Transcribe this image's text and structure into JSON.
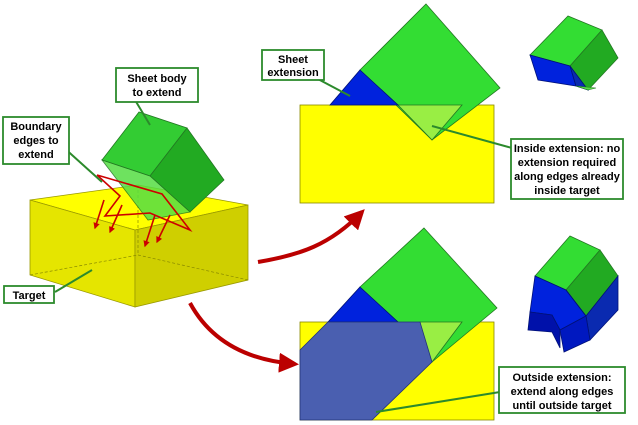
{
  "colors": {
    "yellow": "#ffff00",
    "yellow_dark": "#d8d800",
    "yellow_side": "#c8c800",
    "green": "#33dd33",
    "green_dark": "#22aa22",
    "blue": "#0022dd",
    "blue_slate": "#4a5fb0",
    "green_overlap": "#99ee33",
    "edge_red": "#cc0000",
    "callout_border": "#2c8a2c",
    "arrow_red": "#bb0000"
  },
  "callouts": {
    "sheet_body": [
      "Sheet body",
      "to extend"
    ],
    "boundary_edges": [
      "Boundary",
      "edges to",
      "extend"
    ],
    "target": [
      "Target"
    ],
    "sheet_extension": [
      "Sheet",
      "extension"
    ],
    "inside_extension": [
      "Inside extension: no",
      "extension required",
      "along edges already",
      "inside target"
    ],
    "outside_extension": [
      "Outside extension:",
      "extend along edges",
      "until outside target"
    ]
  }
}
